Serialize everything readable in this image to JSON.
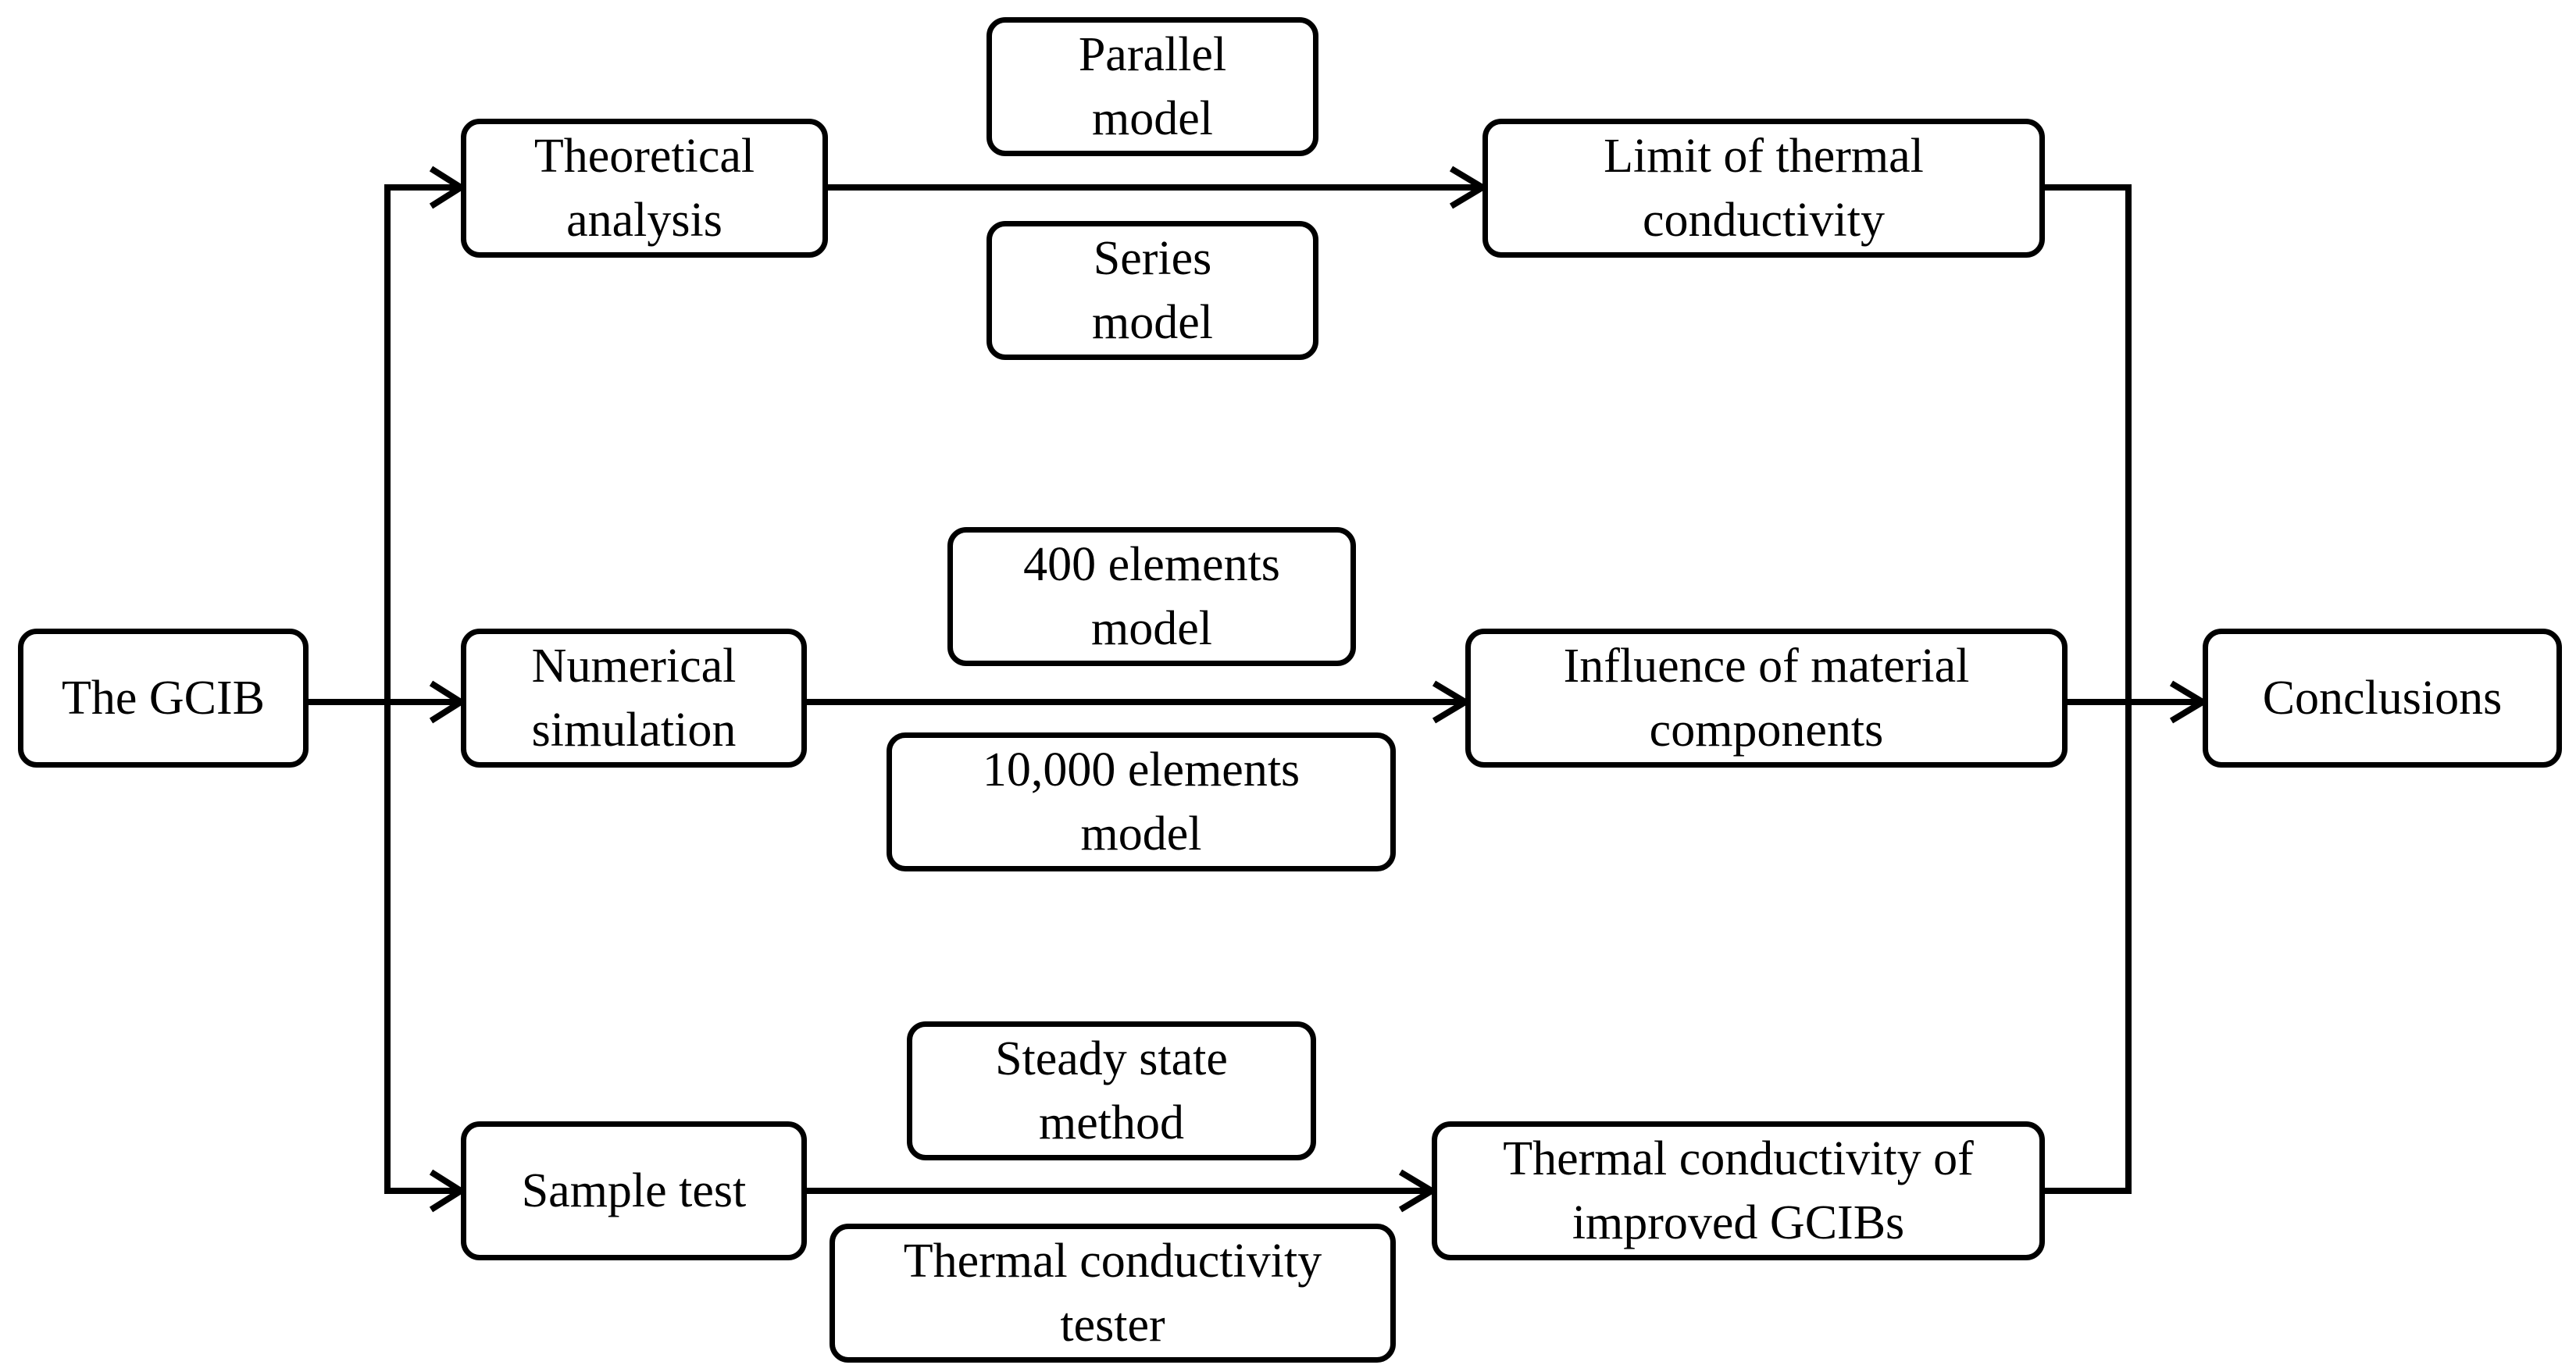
{
  "diagram": {
    "nodes": {
      "gcib": "The GCIB",
      "theoretical": "Theoretical\nanalysis",
      "numerical": "Numerical\nsimulation",
      "sample": "Sample test",
      "parallel": "Parallel\nmodel",
      "series": "Series\nmodel",
      "elements400": "400 elements\nmodel",
      "elements10000": "10,000 elements\nmodel",
      "steady": "Steady state\nmethod",
      "tester": "Thermal conductivity\ntester",
      "limit": "Limit of thermal\nconductivity",
      "influence": "Influence of material\ncomponents",
      "improved": "Thermal conductivity of\nimproved GCIBs",
      "conclusions": "Conclusions"
    },
    "colors": {
      "line": "#000000",
      "box_fill": "#ffffff"
    }
  }
}
